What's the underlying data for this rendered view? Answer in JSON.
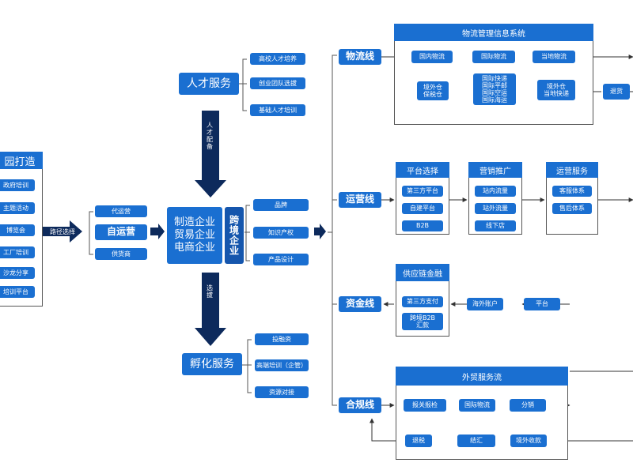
{
  "left": {
    "title": "园打造",
    "items": [
      "政府培训",
      "主题活动",
      "博览会",
      "工厂培训",
      "沙龙分享",
      "培训平台"
    ]
  },
  "path_label": "路径选择",
  "operator": {
    "top": "代运营",
    "main": "自运营",
    "bottom": "供货商"
  },
  "center": {
    "lines": "制造企业\n贸易企业\n电商企业",
    "side": "跨境企业"
  },
  "talent": {
    "title": "人才服务",
    "arrow_label": "人才配备",
    "items": [
      "高校人才培养",
      "创业团队选拔",
      "基础人才培训"
    ]
  },
  "incubate": {
    "title": "孵化服务",
    "arrow_label": "选拔",
    "items": [
      "投融资",
      "高端培训（企管）",
      "资源对接"
    ]
  },
  "brand_items": [
    "品牌",
    "知识产权",
    "产品设计"
  ],
  "lines": {
    "logistics": "物流线",
    "operation": "运营线",
    "finance": "资金线",
    "compliance": "合规线"
  },
  "logistics_system": {
    "title": "物流管理信息系统",
    "nodes": [
      "国内物流",
      "国际物流",
      "当地物流",
      "境外仓\n保税仓",
      "国际快递\n国际平邮\n国际空运\n国际海运",
      "境外仓\n当地快递",
      "退货"
    ]
  },
  "operation": {
    "platform": {
      "title": "平台选择",
      "items": [
        "第三方平台",
        "自建平台",
        "B2B"
      ]
    },
    "marketing": {
      "title": "营销推广",
      "items": [
        "站内流量",
        "站外流量",
        "线下店"
      ]
    },
    "service": {
      "title": "运营服务",
      "items": [
        "客服体系",
        "售后体系"
      ]
    }
  },
  "finance": {
    "title": "供应链金融",
    "items": [
      "第三方支付",
      "跨境B2B\n汇款"
    ],
    "nodes": [
      "海外账户",
      "平台"
    ]
  },
  "trade": {
    "title": "外贸服务流",
    "top": [
      "报关报检",
      "国际物流",
      "分销"
    ],
    "bottom": [
      "退税",
      "结汇",
      "境外收款"
    ]
  }
}
